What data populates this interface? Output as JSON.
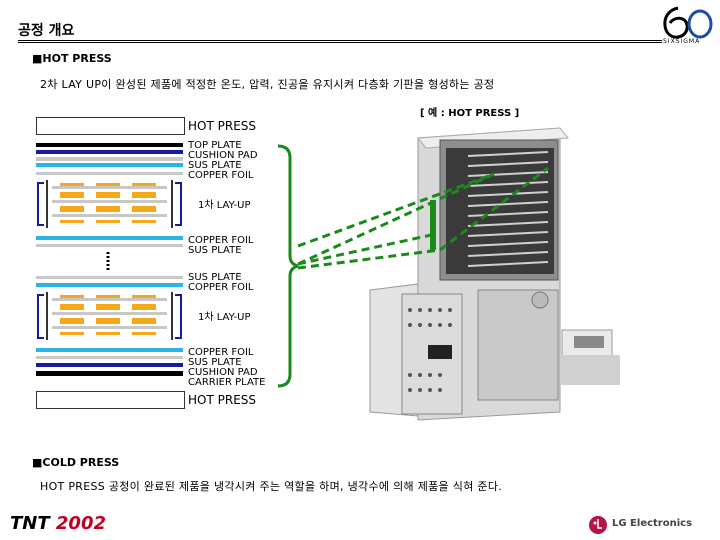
{
  "header": {
    "title": "공정 개요",
    "logo_text": "SIXSIGMA"
  },
  "sections": {
    "hot_press": {
      "heading": "■HOT PRESS",
      "description": "2차 LAY UP이 완성된 제품에 적정한 온도, 압력, 진공을 유지시켜  다층화 기판을 형성하는 공정"
    },
    "cold_press": {
      "heading": "■COLD PRESS",
      "description": "HOT PRESS 공정이  완료된 제품을 냉각시켜 주는 역할을 하며, 냉각수에 의해 제품을 식혀 준다."
    }
  },
  "diagram": {
    "example_caption": "[ 예 : HOT PRESS ]",
    "labels": {
      "hot_press_top": "HOT PRESS",
      "top_plate": "TOP PLATE",
      "cushion_pad_top": "CUSHION PAD",
      "sus_plate_1": "SUS PLATE",
      "copper_foil_1": "COPPER FOIL",
      "layup_1": "1차 LAY-UP",
      "copper_foil_2": "COPPER FOIL",
      "sus_plate_2": "SUS PLATE",
      "sus_plate_3": "SUS PLATE",
      "copper_foil_3": "COPPER FOIL",
      "layup_2": "1차 LAY-UP",
      "copper_foil_4": "COPPER FOIL",
      "sus_plate_4": "SUS PLATE",
      "cushion_pad_bottom": "CUSHION PAD",
      "carrier_plate": "CARRIER PLATE",
      "hot_press_bottom": "HOT PRESS"
    },
    "colors": {
      "top_plate": "#000000",
      "cushion_pad": "#1a1aa0",
      "sus_plate": "#c8c8c8",
      "copper_foil": "#29b6e6",
      "layup_core": "#f4a81a",
      "connector": "#1a8a1a"
    }
  },
  "footer": {
    "brand": "TNT",
    "year": "2002",
    "company": "LG Electronics"
  }
}
